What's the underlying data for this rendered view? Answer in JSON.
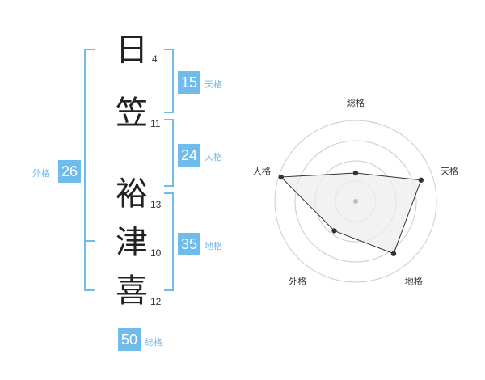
{
  "name_chars": [
    {
      "char": "日",
      "strokes": "4"
    },
    {
      "char": "笠",
      "strokes": "11"
    },
    {
      "char": "裕",
      "strokes": "13"
    },
    {
      "char": "津",
      "strokes": "10"
    },
    {
      "char": "喜",
      "strokes": "12"
    }
  ],
  "kaku": {
    "tenkaku": {
      "value": "15",
      "label": "天格"
    },
    "jinkaku": {
      "value": "24",
      "label": "人格"
    },
    "chikaku": {
      "value": "35",
      "label": "地格"
    },
    "gaikaku": {
      "value": "26",
      "label": "外格"
    },
    "soukaku": {
      "value": "50",
      "label": "総格"
    }
  },
  "chart_data": {
    "type": "radar",
    "axes": [
      "総格",
      "天格",
      "地格",
      "外格",
      "人格"
    ],
    "values": [
      0.35,
      0.85,
      0.8,
      0.45,
      0.97
    ],
    "range": [
      0,
      1
    ],
    "rings": 4,
    "colors": {
      "fill": "#eeeeee",
      "line": "#333333",
      "rings": "#cccccc",
      "center": "#bbbbbb"
    }
  },
  "accent_color": "#6fbbec"
}
